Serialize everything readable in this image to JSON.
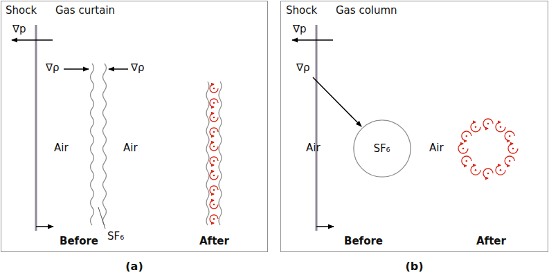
{
  "diagram": {
    "nodes": [
      {
        "text": [
          "(a)"
        ]
      },
      {
        "text": [
          "(b)"
        ]
      },
      {
        "text": [
          "SF₆"
        ],
        "in": 1
      }
    ],
    "labels": [
      "Shock",
      "Gas curtain",
      "∇p",
      "∇ρ",
      "∇ρ",
      "Air",
      "Air",
      "SF₆",
      "Before",
      "After",
      "Shock",
      "Gas column",
      "∇p",
      "∇ρ",
      "Air",
      "Air",
      "Before",
      "After"
    ]
  }
}
